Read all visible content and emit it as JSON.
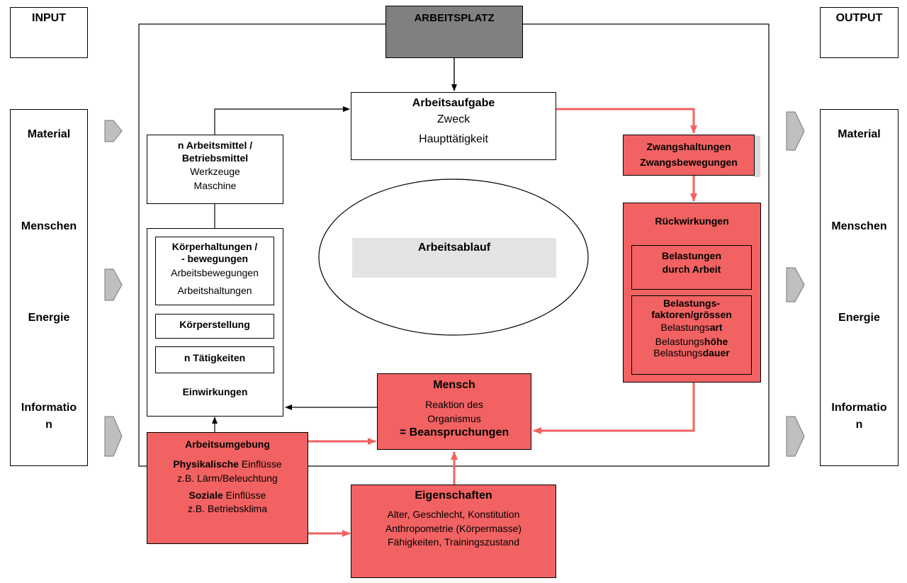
{
  "colors": {
    "red": "#f26262",
    "grey_header": "#808080",
    "arrow_red": "#f26262",
    "chevron": "#bfbfbf"
  },
  "input": {
    "title": "INPUT",
    "items": [
      "Material",
      "Menschen",
      "Energie",
      "Informatio",
      "n"
    ]
  },
  "output": {
    "title": "OUTPUT",
    "items": [
      "Material",
      "Menschen",
      "Energie",
      "Informatio",
      "n"
    ]
  },
  "arbeitsplatz": "ARBEITSPLATZ",
  "arbeitsaufgabe": {
    "title": "Arbeitsaufgabe",
    "line1": "Zweck",
    "line2": "Haupttätigkeit"
  },
  "arbeitsmittel": {
    "title1": "n Arbeitsmittel /",
    "title2": "Betriebsmittel",
    "line1": "Werkzeuge",
    "line2": "Maschine"
  },
  "koerper": {
    "haltung_title1": "Körperhaltungen /",
    "haltung_title2": "- bewegungen",
    "haltung_line1": "Arbeitsbewegungen",
    "haltung_line2": "Arbeitshaltungen",
    "stellung": "Körperstellung",
    "taetigkeiten": "n Tätigkeiten",
    "einwirkungen": "Einwirkungen"
  },
  "arbeitsablauf": "Arbeitsablauf",
  "zwangs": {
    "line1": "Zwangshaltungen",
    "line2": "Zwangsbewegungen"
  },
  "rueck": {
    "title": "Rückwirkungen",
    "bel_line1": "Belastungen",
    "bel_line2": "durch Arbeit",
    "fak_line1": "Belastungs-",
    "fak_line2": "faktoren/grössen",
    "art_prefix": "Belastungs",
    "art_suffix": "art",
    "hoehe_prefix": "Belastungs",
    "hoehe_suffix": "höhe",
    "dauer_prefix": "Belastungs",
    "dauer_suffix": "dauer"
  },
  "mensch": {
    "title": "Mensch",
    "line1": "Reaktion des",
    "line2": "Organismus",
    "eq": "= ",
    "result": "Beanspruchungen"
  },
  "umgebung": {
    "title": "Arbeitsumgebung",
    "phys_bold": "Physikalische",
    "phys_rest": " Einflüsse",
    "phys_example": "z.B. Lärm/Beleuchtung",
    "soz_bold": "Soziale",
    "soz_rest": " Einflüsse",
    "soz_example": "z.B. Betriebsklima"
  },
  "eigenschaften": {
    "title": "Eigenschaften",
    "line1": "Alter, Geschlecht, Konstitution",
    "line2": "Anthropometrie (Körpermasse)",
    "line3": "Fähigkeiten, Trainingszustand"
  }
}
